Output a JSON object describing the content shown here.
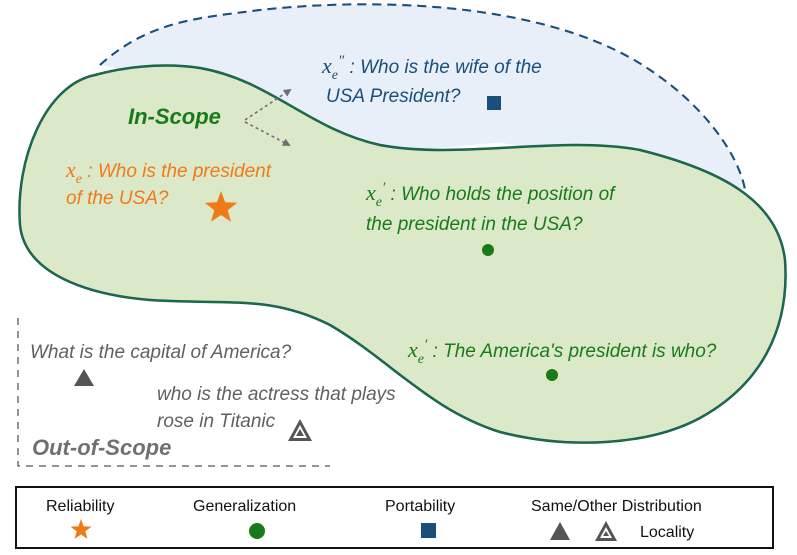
{
  "colors": {
    "green": "#1a7a1a",
    "green_fill": "#dce9c8",
    "blue": "#1a4f7a",
    "blue_fill": "#e8eff9",
    "orange": "#ef7a1a",
    "gray": "#606060"
  },
  "in_scope": {
    "label": "In-Scope"
  },
  "out_scope": {
    "label": "Out-of-Scope"
  },
  "questions": {
    "portability": {
      "var": "x",
      "sub": "e",
      "mark": "″",
      "sep": " : ",
      "line1": "Who is the wife of the",
      "line2": "USA President?"
    },
    "reliability": {
      "var": "x",
      "sub": "e",
      "sep": " : ",
      "line1": "Who is the president",
      "line2": "of the USA?"
    },
    "generalization_1": {
      "var": "x",
      "sub": "e",
      "mark": "′",
      "sep": " : ",
      "line1": "Who holds the position of",
      "line2": "the president in the USA?"
    },
    "generalization_2": {
      "var": "x",
      "sub": "e",
      "mark": "′",
      "sep": " : ",
      "line1": "The America's president is who?"
    },
    "locality_same": {
      "line1": "What is the capital of America?"
    },
    "locality_other": {
      "line1": "who is the actress that plays",
      "line2": "rose in Titanic"
    }
  },
  "legend": {
    "reliability": "Reliability",
    "generalization": "Generalization",
    "portability": "Portability",
    "distribution": "Same/Other Distribution",
    "locality": "Locality"
  },
  "icons": {
    "reliability": "star-icon",
    "generalization": "circle-icon",
    "portability": "square-icon",
    "same_distribution": "triangle-icon",
    "other_distribution": "nested-triangle-icon"
  }
}
